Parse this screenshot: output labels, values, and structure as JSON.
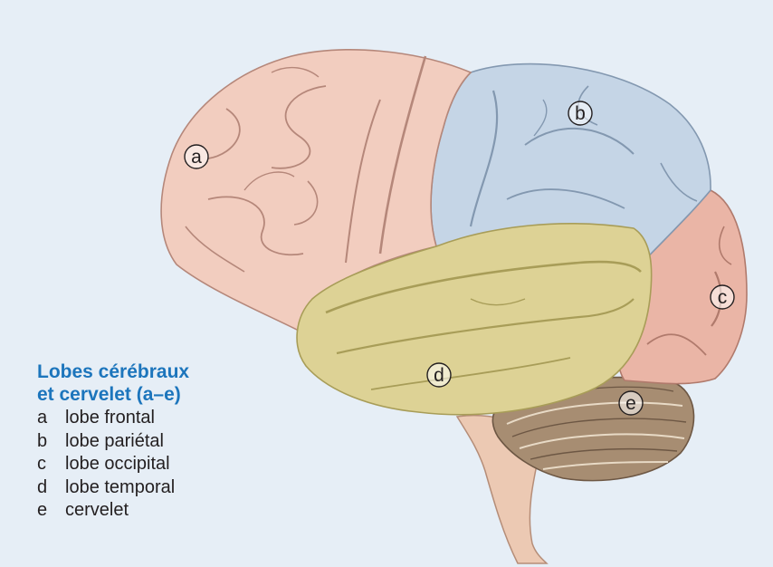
{
  "legend": {
    "title_line1": "Lobes cérébraux",
    "title_line2": "et cervelet (a–e)",
    "items": [
      {
        "key": "a",
        "label": "lobe frontal"
      },
      {
        "key": "b",
        "label": "lobe pariétal"
      },
      {
        "key": "c",
        "label": "lobe occipital"
      },
      {
        "key": "d",
        "label": "lobe temporal"
      },
      {
        "key": "e",
        "label": "cervelet"
      }
    ]
  },
  "markers": {
    "a": "a",
    "b": "b",
    "c": "c",
    "d": "d",
    "e": "e"
  },
  "colors": {
    "background": "#e6eef6",
    "frontal": "#f2cdbf",
    "parietal": "#c5d5e6",
    "occipital": "#eab5a6",
    "temporal": "#ddd295",
    "cerebellum": "#a78d72",
    "brainstem": "#ecc9b3",
    "legend_title": "#1c75bc"
  }
}
